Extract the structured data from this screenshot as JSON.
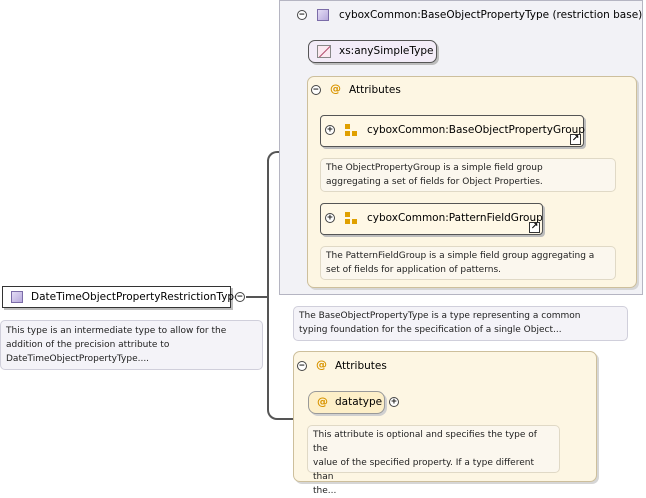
{
  "root": {
    "name": "DateTimeObjectPropertyRestrictionType",
    "doc": [
      "This type is an intermediate type to allow for the",
      "addition of the precision attribute to",
      "DateTimeObjectPropertyType...."
    ]
  },
  "restriction": {
    "title": "cyboxCommon:BaseObjectPropertyType (restriction base)",
    "simple_type": "xs:anySimpleType",
    "attributes_label": "Attributes",
    "groups": [
      {
        "name": "cyboxCommon:BaseObjectPropertyGroup",
        "doc": [
          "The ObjectPropertyGroup is a simple field group",
          "aggregating a set of fields for Object Properties."
        ]
      },
      {
        "name": "cyboxCommon:PatternFieldGroup",
        "doc": [
          "The PatternFieldGroup is a simple field group aggregating a",
          "set of fields for application of patterns."
        ]
      }
    ],
    "doc": [
      "The BaseObjectPropertyType is a type representing a common",
      "typing foundation for the specification of a single Object..."
    ]
  },
  "extension_attributes": {
    "label": "Attributes",
    "attribute": "datatype",
    "doc": [
      "This attribute is optional and specifies the type of the",
      "value of the specified property. If a type different than",
      "the..."
    ]
  },
  "symbols": {
    "at": "@",
    "collapse": "−",
    "expand": "+",
    "link": "↗"
  },
  "colors": {
    "group_icon": "#e0a000",
    "attribute_at": "#d89400",
    "type_icon": "#b7a9dc"
  }
}
